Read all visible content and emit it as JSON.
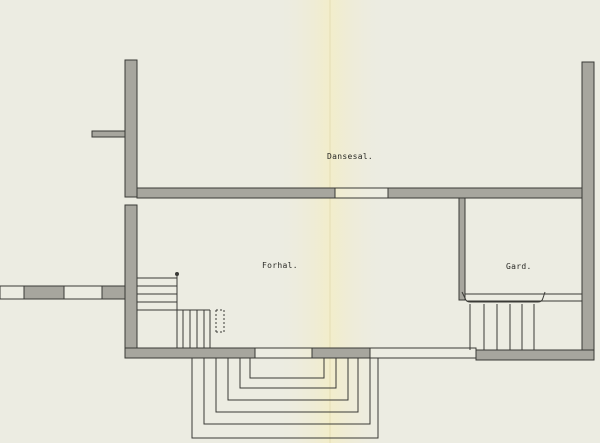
{
  "drawing": {
    "rooms": {
      "dance_hall": "Dansesal.",
      "vestibule": "Forhal.",
      "wardrobe": "Gard."
    },
    "colors": {
      "paper": "#ecece2",
      "paper_yellow_fold": "#f2eccc",
      "wall_fill": "#a7a69e",
      "line": "#3a3a36"
    }
  }
}
